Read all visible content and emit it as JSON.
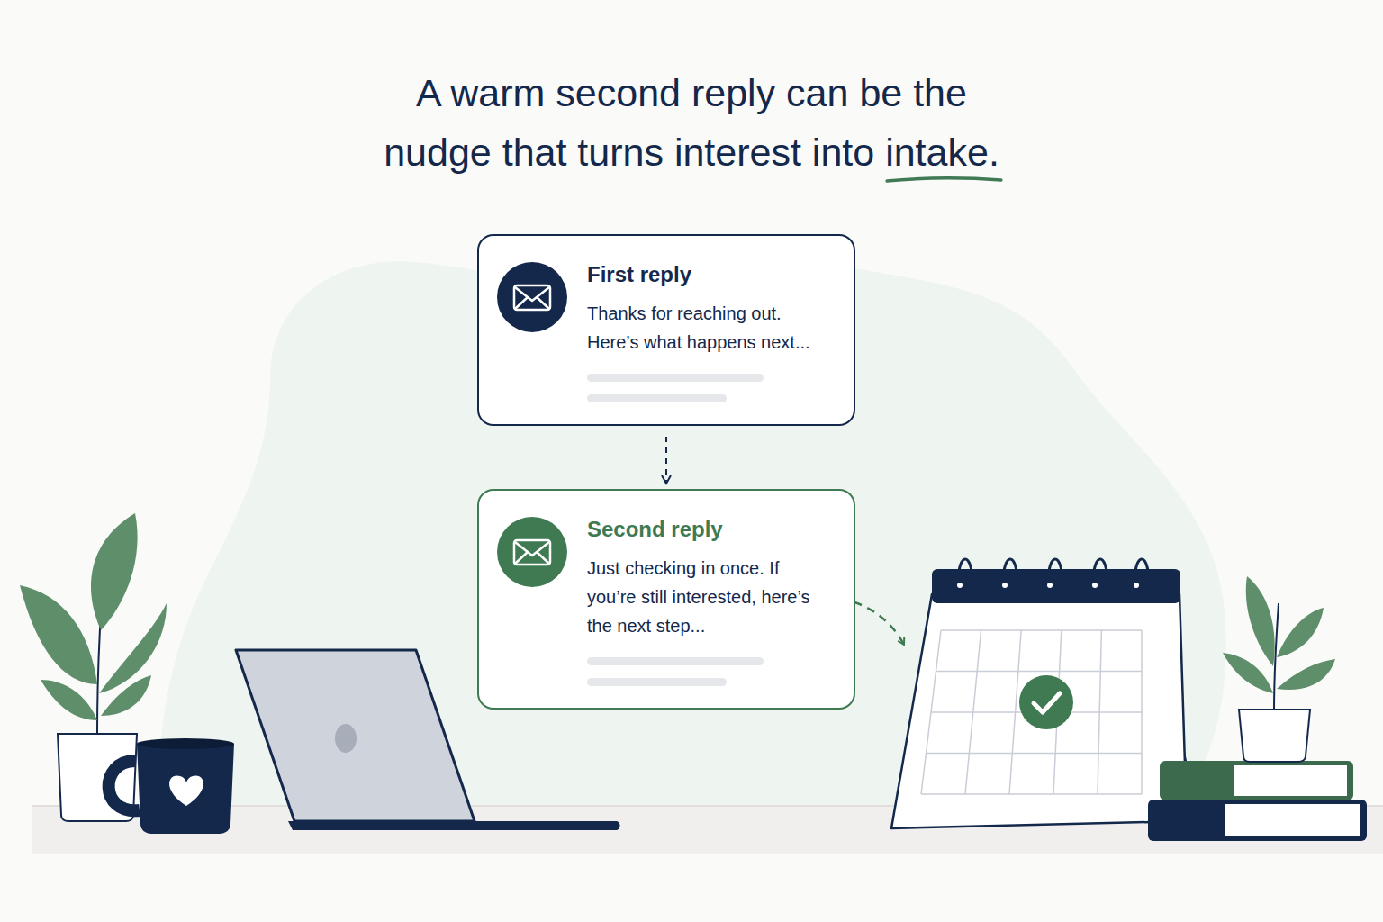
{
  "diagram": {
    "title": "A warm second reply can be the nudge that turns interest into intake.",
    "nodes": [
      {
        "text": [
          "First reply",
          "Thanks for reaching out. Here’s what happens next..."
        ]
      },
      {
        "text": [
          "Second reply",
          "Just checking in once. If you’re still interested, here’s the next step..."
        ]
      }
    ],
    "edges": [
      {
        "from": 0,
        "to": 1,
        "arrow": "to"
      }
    ]
  }
}
